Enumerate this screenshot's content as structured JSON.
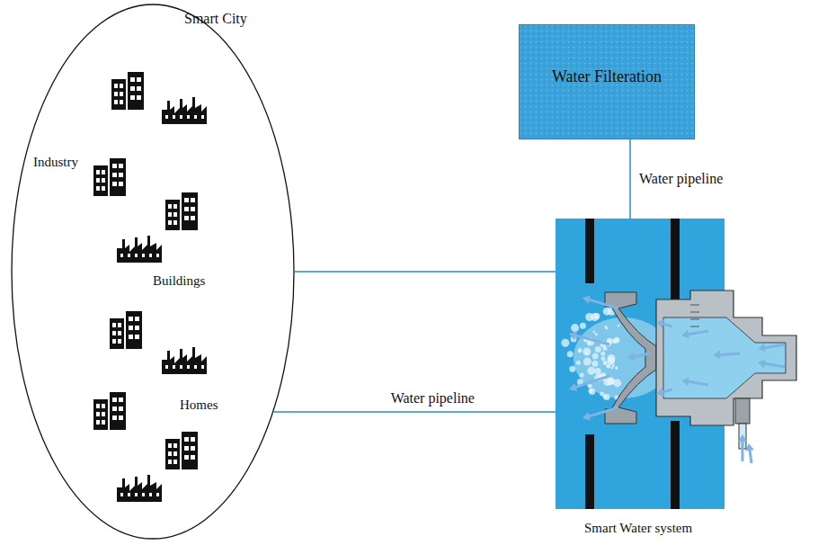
{
  "diagram": {
    "nodes": [
      {
        "text": [
          "Smart City",
          "Industry",
          "Buildings",
          "Homes"
        ]
      },
      {
        "text": [
          "Water Filteration"
        ]
      },
      {
        "text": [
          "Smart Water system"
        ]
      }
    ],
    "edges": [
      {
        "from": 1,
        "to": 2,
        "arrow": "none",
        "label": "Water pipeline"
      },
      {
        "from": 0,
        "to": 2,
        "arrow": "none"
      },
      {
        "from": 0,
        "to": 2,
        "arrow": "none",
        "label": "Water pipeline"
      }
    ]
  }
}
